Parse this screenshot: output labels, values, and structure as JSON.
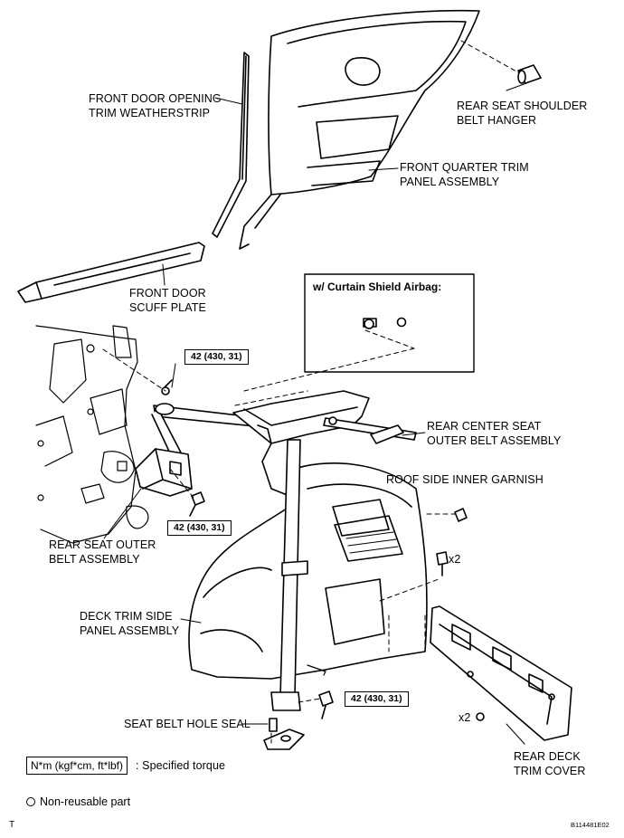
{
  "labels": {
    "front_door_opening_trim_weatherstrip": "FRONT DOOR OPENING\nTRIM WEATHERSTRIP",
    "rear_seat_shoulder_belt_hanger": "REAR SEAT SHOULDER\nBELT HANGER",
    "front_quarter_trim_panel_assembly": "FRONT QUARTER TRIM\nPANEL ASSEMBLY",
    "front_door_scuff_plate": "FRONT DOOR\nSCUFF PLATE",
    "rear_center_seat_outer_belt_assembly": "REAR CENTER SEAT\nOUTER BELT ASSEMBLY",
    "roof_side_inner_garnish": "ROOF SIDE INNER GARNISH",
    "rear_seat_outer_belt_assembly": "REAR SEAT OUTER\nBELT ASSEMBLY",
    "deck_trim_side_panel_assembly": "DECK TRIM SIDE\nPANEL ASSEMBLY",
    "seat_belt_hole_seal": "SEAT BELT HOLE SEAL",
    "rear_deck_trim_cover": "REAR DECK\nTRIM COVER"
  },
  "inset": {
    "title": "w/ Curtain Shield Airbag:"
  },
  "torque_values": {
    "top": "42 (430, 31)",
    "middle": "42 (430, 31)",
    "bottom": "42 (430, 31)"
  },
  "quantities": {
    "bolt_x2": "x2",
    "clip_x2": "x2"
  },
  "legend": {
    "torque_box": "N*m (kgf*cm, ft*lbf)",
    "torque_text": ": Specified torque",
    "non_reusable": "Non-reusable part"
  },
  "footer": {
    "left_mark": "T",
    "figure_id": "B114481E02"
  }
}
